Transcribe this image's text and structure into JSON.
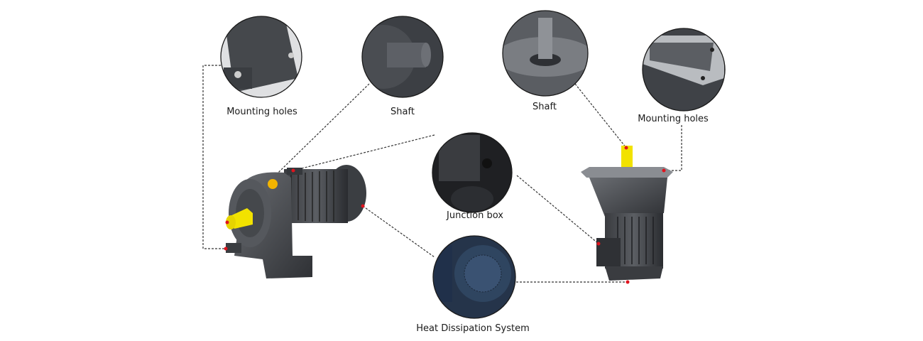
{
  "labels": {
    "left_mounting": "Mounting holes",
    "left_shaft": "Shaft",
    "right_shaft": "Shaft",
    "right_mounting": "Mounting holes",
    "junction": "Junction box",
    "heat": "Heat Dissipation System"
  },
  "colors": {
    "body": "#4a4d52",
    "body_dark": "#2e3034",
    "shaft": "#f2e200",
    "marker": "#e0141e",
    "leader": "#333333",
    "heat_cover": "#2d3e55"
  }
}
